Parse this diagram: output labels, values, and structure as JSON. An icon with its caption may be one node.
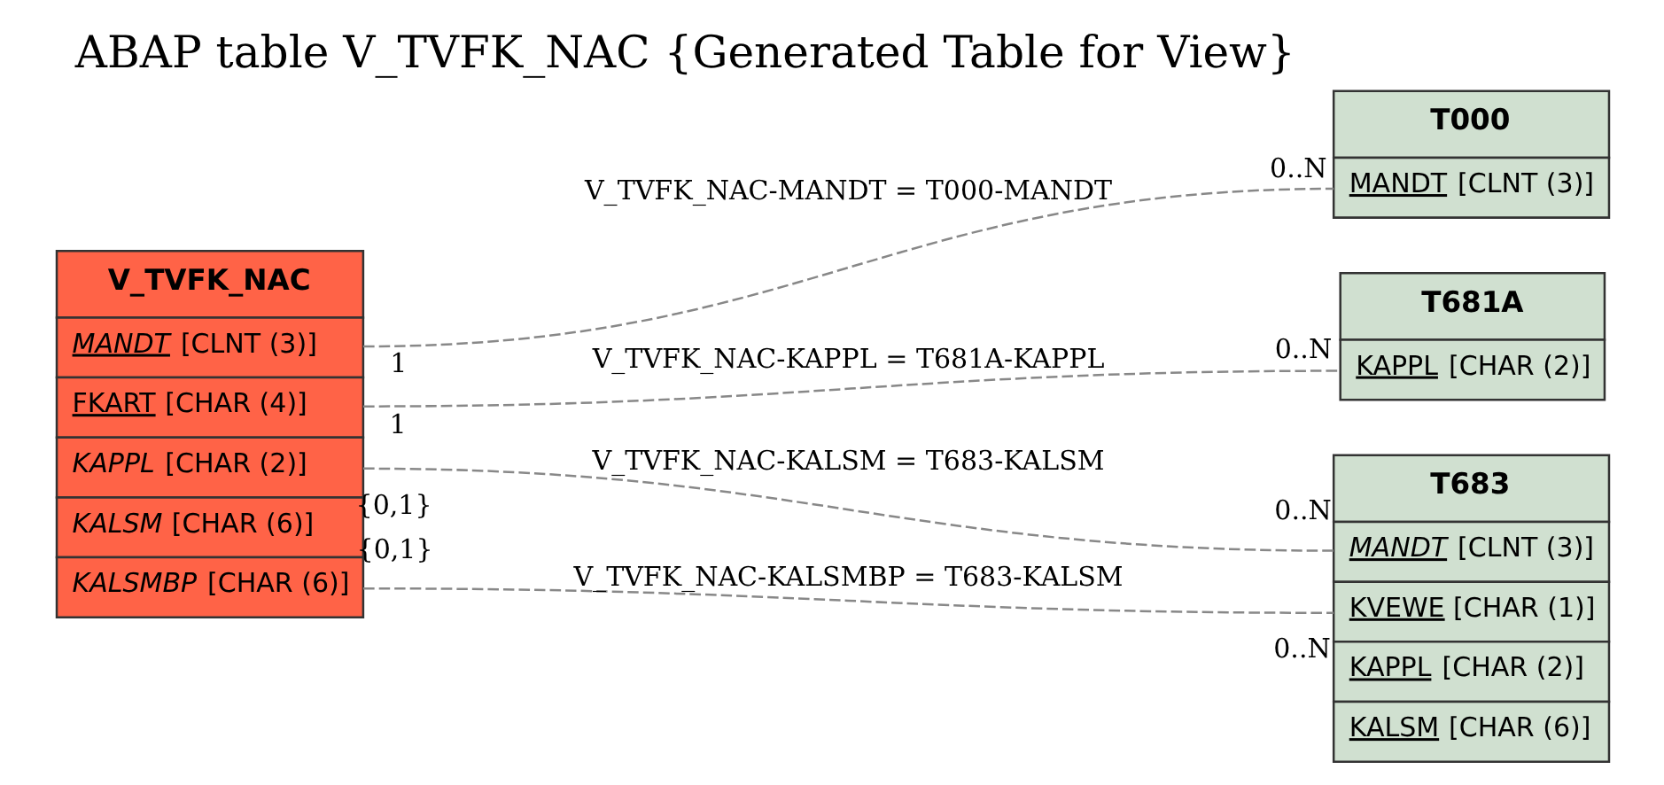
{
  "diagram": {
    "title": "ABAP table V_TVFK_NAC {Generated Table for View}",
    "nodes": [
      {
        "text": [
          "V_TVFK_NAC",
          "MANDT [CLNT (3)]",
          "FKART [CHAR (4)]",
          "KAPPL [CHAR (2)]",
          "KALSM [CHAR (6)]",
          "KALSMBP [CHAR (6)]"
        ]
      },
      {
        "text": [
          "T000",
          "MANDT [CLNT (3)]"
        ]
      },
      {
        "text": [
          "T681A",
          "KAPPL [CHAR (2)]"
        ]
      },
      {
        "text": [
          "T683",
          "MANDT [CLNT (3)]",
          "KVEWE [CHAR (1)]",
          "KAPPL [CHAR (2)]",
          "KALSM [CHAR (6)]"
        ]
      }
    ],
    "edges": [
      {
        "from": 0,
        "to": 1,
        "arrow": "none",
        "label": "V_TVFK_NAC-MANDT = T000-MANDT",
        "style": "dashed"
      },
      {
        "from": 0,
        "to": 2,
        "arrow": "none",
        "label": "V_TVFK_NAC-KAPPL = T681A-KAPPL",
        "style": "dashed"
      },
      {
        "from": 0,
        "to": 3,
        "arrow": "none",
        "label": "V_TVFK_NAC-KALSM = T683-KALSM",
        "style": "dashed"
      },
      {
        "from": 0,
        "to": 3,
        "arrow": "none",
        "label": "V_TVFK_NAC-KALSMBP = T683-KALSM",
        "style": "dashed"
      }
    ],
    "labels": [
      "0..N",
      "1",
      "0..N",
      "1",
      "{0,1}",
      "{0,1}",
      "0..N",
      "0..N"
    ]
  }
}
